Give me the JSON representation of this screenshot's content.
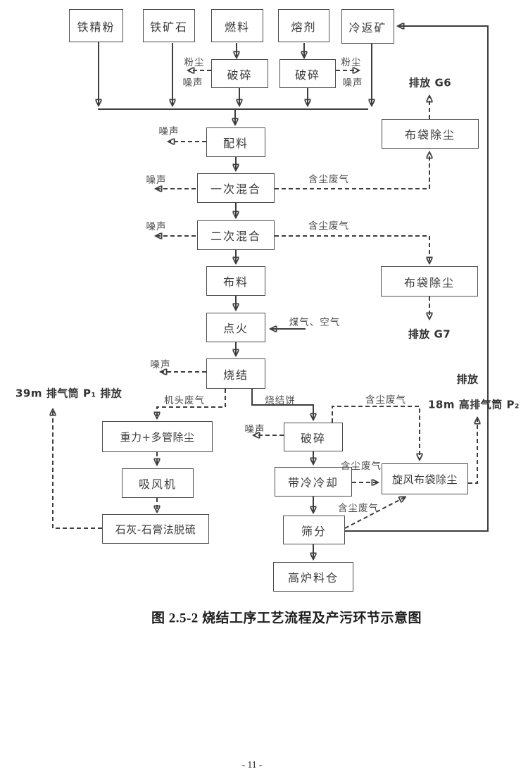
{
  "colors": {
    "background": "#ffffff",
    "line": "#3d3d3d",
    "box_border": "#4c4c4c",
    "text": "#333333"
  },
  "diagram": {
    "nodes": [
      {
        "id": "iron-concentrate",
        "label": "铁精粉"
      },
      {
        "id": "iron-ore",
        "label": "铁矿石"
      },
      {
        "id": "fuel",
        "label": "燃料"
      },
      {
        "id": "flux",
        "label": "熔剂"
      },
      {
        "id": "cold-return-ore",
        "label": "冷返矿"
      },
      {
        "id": "crushing-fuel",
        "label": "破碎"
      },
      {
        "id": "crushing-flux",
        "label": "破碎"
      },
      {
        "id": "batching",
        "label": "配料"
      },
      {
        "id": "first-mixing",
        "label": "一次混合"
      },
      {
        "id": "second-mixing",
        "label": "二次混合"
      },
      {
        "id": "material-distribution",
        "label": "布料"
      },
      {
        "id": "ignition",
        "label": "点火"
      },
      {
        "id": "sintering",
        "label": "烧结"
      },
      {
        "id": "bag-filter-1",
        "label": "布袋除尘"
      },
      {
        "id": "bag-filter-2",
        "label": "布袋除尘"
      },
      {
        "id": "gravity-multitube-dedusting",
        "label": "重力+多管除尘"
      },
      {
        "id": "suction-fan",
        "label": "吸风机"
      },
      {
        "id": "lime-gypsum-desulfurization",
        "label": "石灰-石膏法脱硫"
      },
      {
        "id": "crushing-sinter",
        "label": "破碎"
      },
      {
        "id": "belt-cooling",
        "label": "带冷冷却"
      },
      {
        "id": "cyclone-bag-filter",
        "label": "旋风布袋除尘"
      },
      {
        "id": "screening",
        "label": "筛分"
      },
      {
        "id": "blast-furnace-bunker",
        "label": "高炉料仓"
      }
    ],
    "edge_labels": [
      {
        "id": "dust-crusher-fuel",
        "text": "粉尘"
      },
      {
        "id": "noise-crusher-fuel",
        "text": "噪声"
      },
      {
        "id": "dust-crusher-flux",
        "text": "粉尘"
      },
      {
        "id": "noise-crusher-flux",
        "text": "噪声"
      },
      {
        "id": "noise-batching",
        "text": "噪声"
      },
      {
        "id": "noise-first-mixing",
        "text": "噪声"
      },
      {
        "id": "dusty-gas-first-mixing",
        "text": "含尘废气"
      },
      {
        "id": "noise-second-mixing",
        "text": "噪声"
      },
      {
        "id": "dusty-gas-second-mixing",
        "text": "含尘废气"
      },
      {
        "id": "emission-g6",
        "text": "排放 G6"
      },
      {
        "id": "emission-g7",
        "text": "排放 G7"
      },
      {
        "id": "gas-air",
        "text": "煤气、空气"
      },
      {
        "id": "noise-sintering",
        "text": "噪声"
      },
      {
        "id": "head-waste-gas",
        "text": "机头废气"
      },
      {
        "id": "sinter-cake",
        "text": "烧结饼"
      },
      {
        "id": "stack-p1",
        "text": "39m 排气筒 P₁ 排放"
      },
      {
        "id": "noise-crushing-sinter",
        "text": "噪声"
      },
      {
        "id": "dusty-gas-crushing",
        "text": "含尘废气"
      },
      {
        "id": "dusty-gas-cooling",
        "text": "含尘废气"
      },
      {
        "id": "dusty-gas-screening",
        "text": "含尘废气"
      },
      {
        "id": "emission-word-p2",
        "text": "排放"
      },
      {
        "id": "stack-p2",
        "text": "18m 高排气筒 P₂"
      }
    ],
    "caption": "图 2.5-2 烧结工序工艺流程及产污环节示意图"
  },
  "footer": {
    "page_number": "- 11 -"
  }
}
